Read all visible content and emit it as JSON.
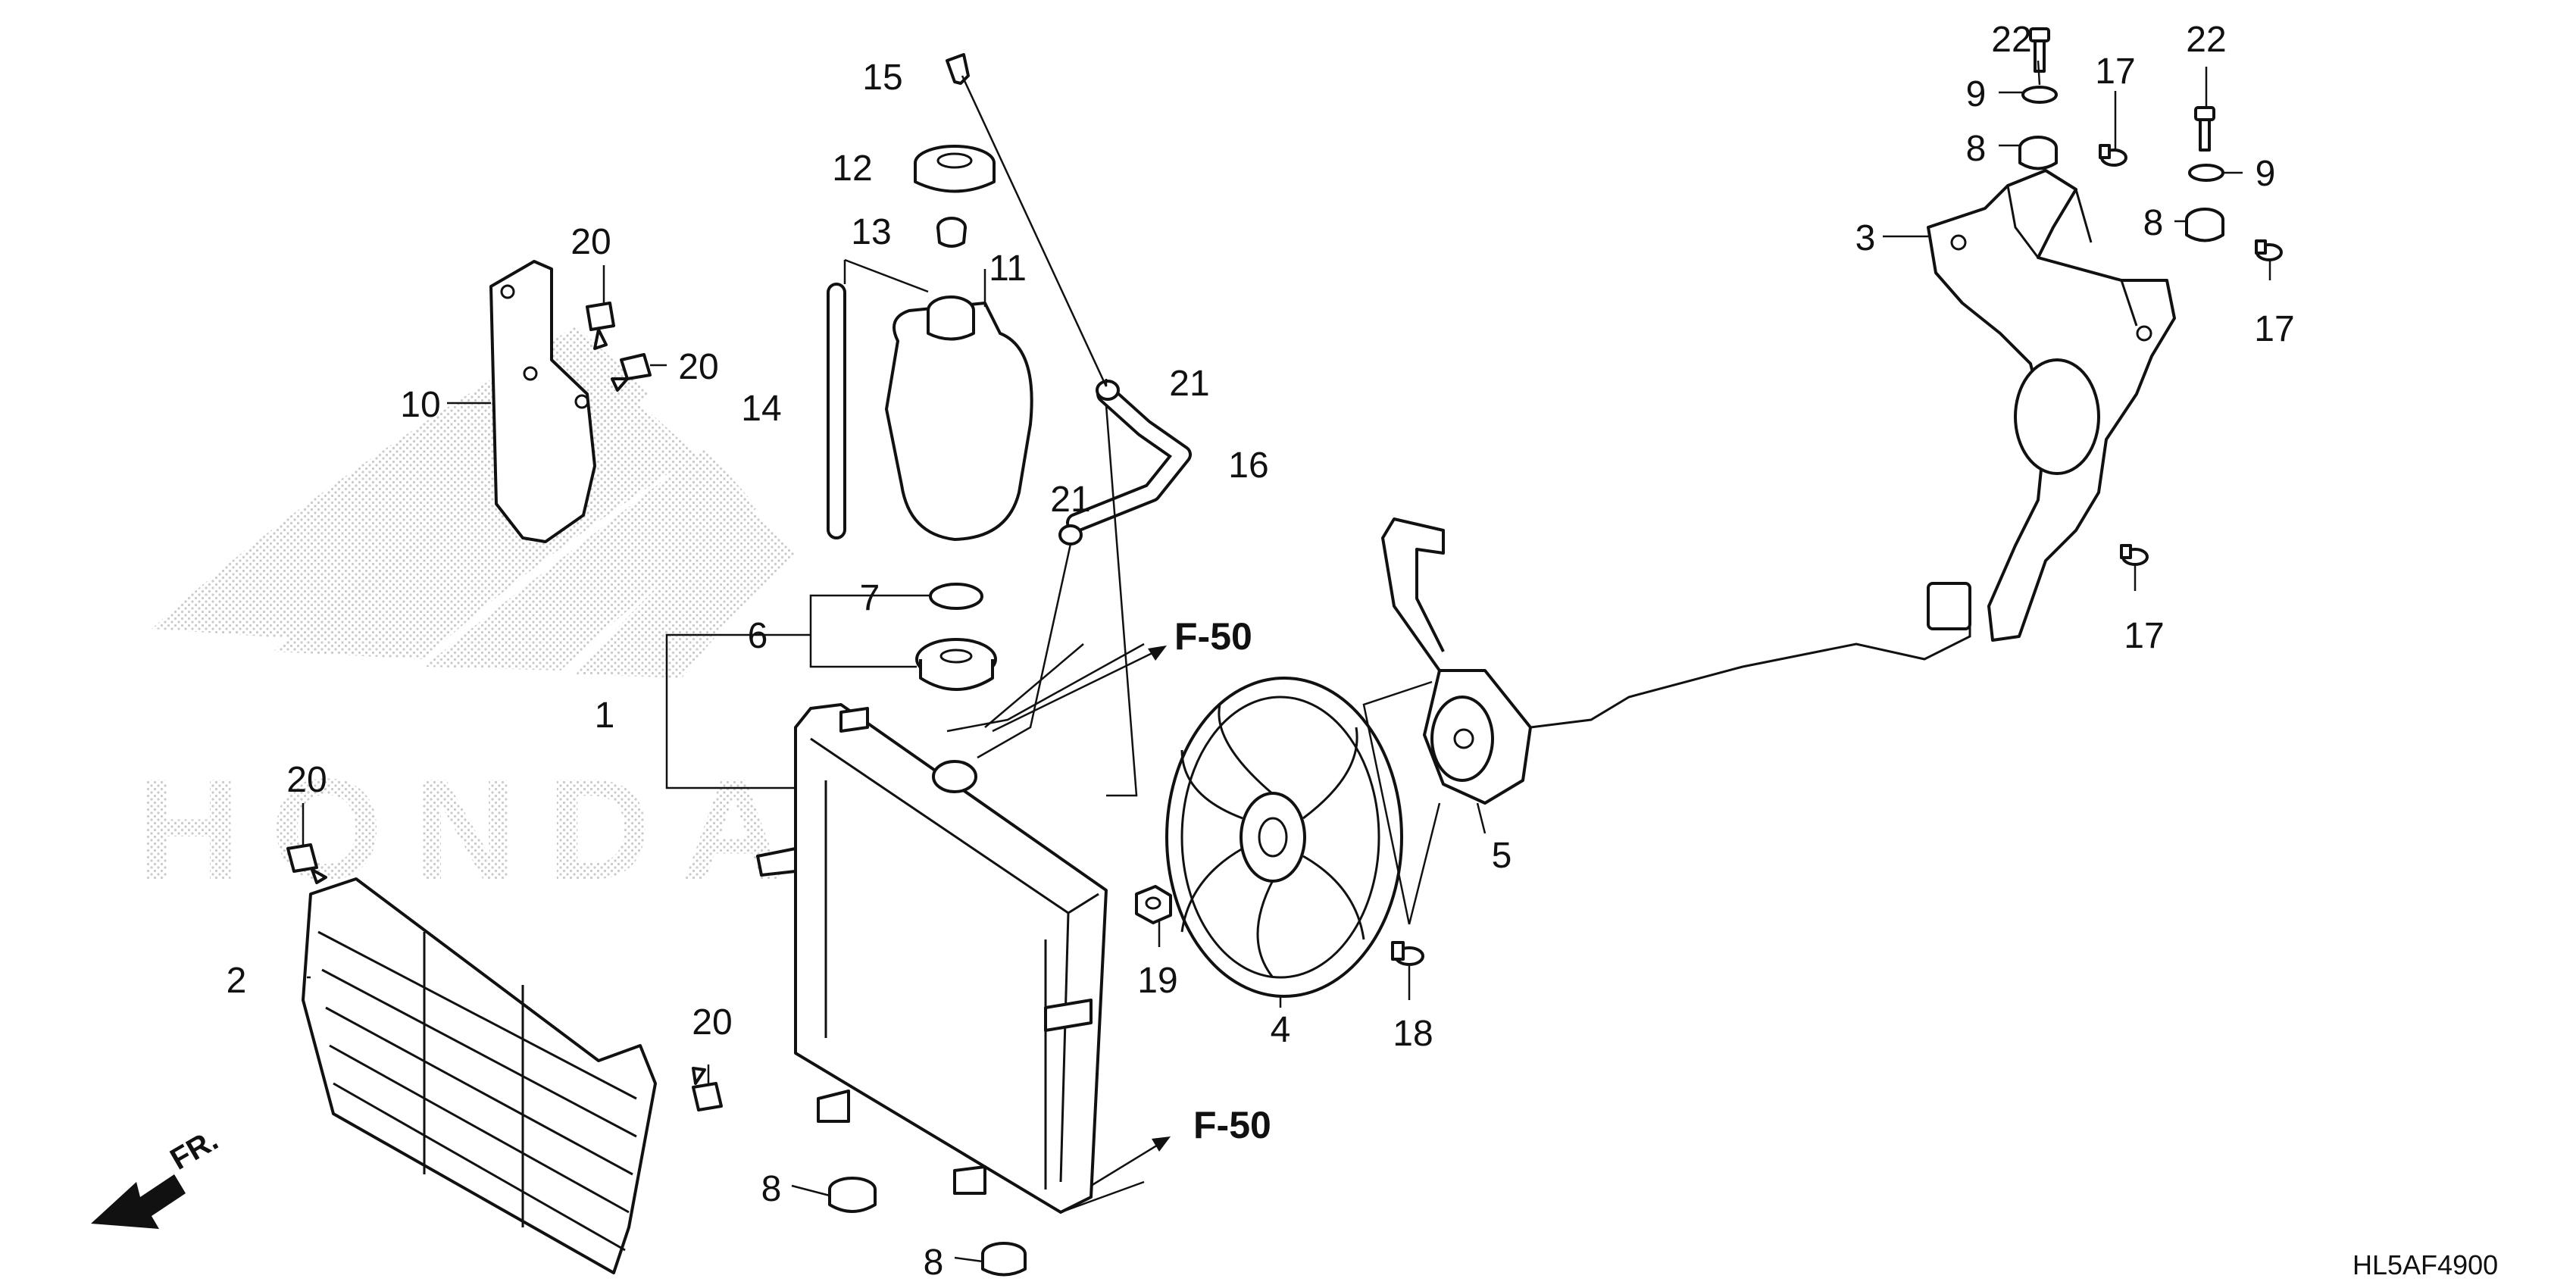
{
  "diagram_code": "HL5AF4900",
  "front_indicator": "FR.",
  "reference_label": "F-50",
  "watermark": "HONDA",
  "callouts": [
    {
      "id": "1",
      "text": "1"
    },
    {
      "id": "2",
      "text": "2"
    },
    {
      "id": "3",
      "text": "3"
    },
    {
      "id": "4",
      "text": "4"
    },
    {
      "id": "5",
      "text": "5"
    },
    {
      "id": "6",
      "text": "6"
    },
    {
      "id": "7",
      "text": "7"
    },
    {
      "id": "8a",
      "text": "8"
    },
    {
      "id": "8b",
      "text": "8"
    },
    {
      "id": "8c",
      "text": "8"
    },
    {
      "id": "8d",
      "text": "8"
    },
    {
      "id": "9a",
      "text": "9"
    },
    {
      "id": "9b",
      "text": "9"
    },
    {
      "id": "10",
      "text": "10"
    },
    {
      "id": "11",
      "text": "11"
    },
    {
      "id": "12",
      "text": "12"
    },
    {
      "id": "13",
      "text": "13"
    },
    {
      "id": "14",
      "text": "14"
    },
    {
      "id": "15",
      "text": "15"
    },
    {
      "id": "16",
      "text": "16"
    },
    {
      "id": "17a",
      "text": "17"
    },
    {
      "id": "17b",
      "text": "17"
    },
    {
      "id": "17c",
      "text": "17"
    },
    {
      "id": "18",
      "text": "18"
    },
    {
      "id": "19",
      "text": "19"
    },
    {
      "id": "20a",
      "text": "20"
    },
    {
      "id": "20b",
      "text": "20"
    },
    {
      "id": "20c",
      "text": "20"
    },
    {
      "id": "20d",
      "text": "20"
    },
    {
      "id": "21a",
      "text": "21"
    },
    {
      "id": "21b",
      "text": "21"
    },
    {
      "id": "22a",
      "text": "22"
    },
    {
      "id": "22b",
      "text": "22"
    }
  ]
}
